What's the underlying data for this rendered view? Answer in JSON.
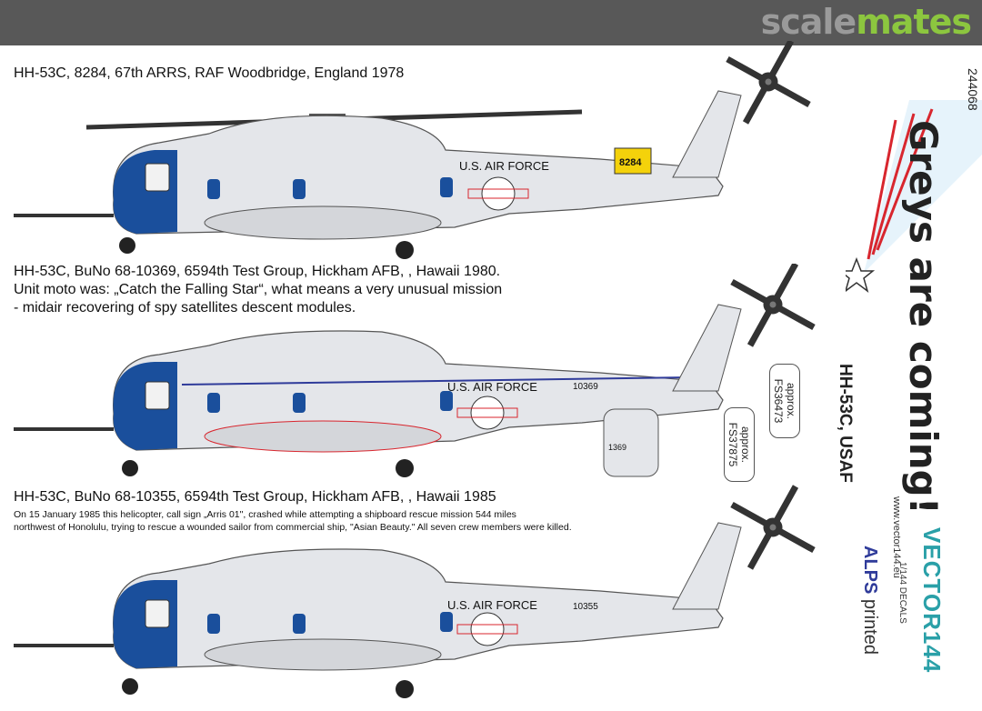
{
  "header": {
    "brand_part1": "scale",
    "brand_part2": "mates"
  },
  "captions": {
    "c1": "HH-53C, 8284, 67th ARRS, RAF Woodbridge, England 1978",
    "c2": "HH-53C, BuNo 68-10369, 6594th Test Group,  Hickham AFB, , Hawaii 1980.",
    "c3": "Unit moto was: „Catch the Falling Star“, what means a very unusual mission",
    "c4": "- midair recovering of spy satellites descent modules.",
    "c5": "HH-53C, BuNo 68-10355, 6594th Test Group,  Hickham AFB, , Hawaii 1985",
    "s1": "On 15 January 1985 this helicopter, call sign „Arris 01\", crashed while attempting a shipboard rescue mission 544 miles",
    "s2": "northwest of Honolulu, trying to rescue a wounded sailor from commercial ship, \"Asian Beauty.\"  All seven crew members were killed."
  },
  "aircraft": {
    "marking": "U.S. AIR FORCE",
    "serial1": "8284",
    "serial2": "10369",
    "serial3": "10355",
    "tail_code": "1369"
  },
  "side_panel": {
    "catalog_number": "244068",
    "slogan": "Greys are coming!",
    "subtitle": "HH-53C, USAF",
    "fs1": "approx. FS36473",
    "fs2": "approx. FS37875",
    "url": "www.vector144.eu",
    "logo": "VECTOR144",
    "scale": "1/144 DECALS",
    "alps_brand": "ALPS",
    "alps_rest": " printed"
  },
  "colors": {
    "fuselage": "#e4e6ea",
    "nose": "#1a4f9c",
    "accent_red": "#d8262e",
    "brand_green": "#8cc63f"
  }
}
